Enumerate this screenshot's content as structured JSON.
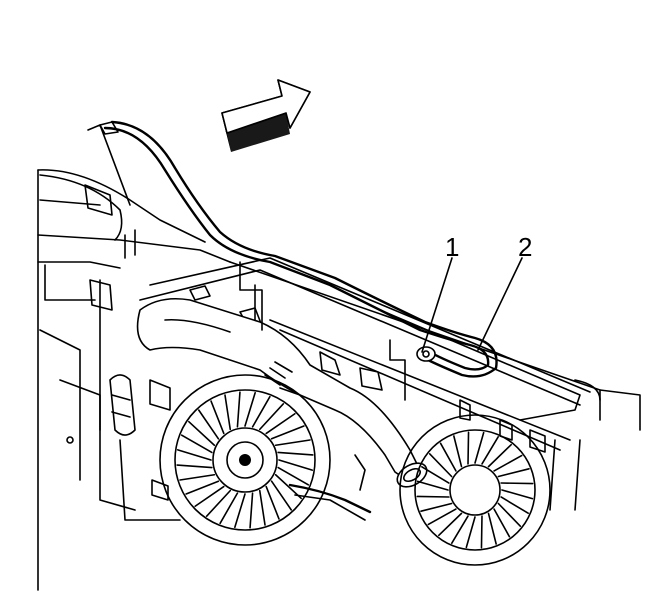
{
  "diagram": {
    "callouts": [
      {
        "id": "1",
        "label": "1"
      },
      {
        "id": "2",
        "label": "2"
      }
    ],
    "direction_indicator": "arrow-icon",
    "colors": {
      "line": "#000000",
      "background": "#ffffff"
    }
  }
}
